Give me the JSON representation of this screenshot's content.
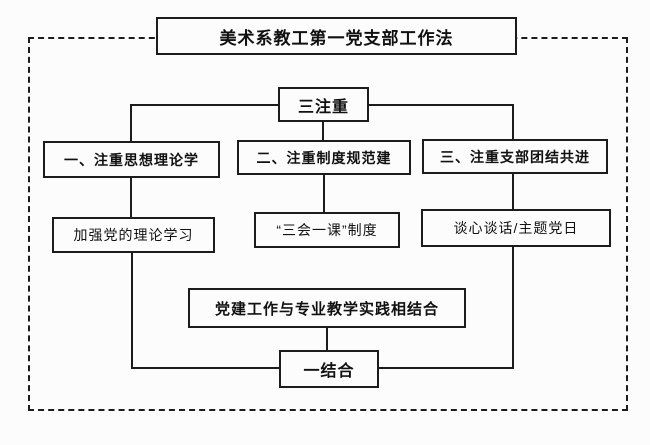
{
  "page": {
    "background_color": "#fcfcfc",
    "line_color": "#1c1c1c"
  },
  "diagram": {
    "title": "美术系教工第一党支部工作法",
    "top_node": "三注重",
    "branches": [
      {
        "heading": "一、注重思想理论学",
        "detail": "加强党的理论学习"
      },
      {
        "heading": "二、注重制度规范建",
        "detail": "“三会一课”制度"
      },
      {
        "heading": "三、注重支部团结共进",
        "detail": "谈心谈话/主题党日"
      }
    ],
    "integration_node": "党建工作与专业教学实践相结合",
    "bottom_node": "一结合"
  }
}
